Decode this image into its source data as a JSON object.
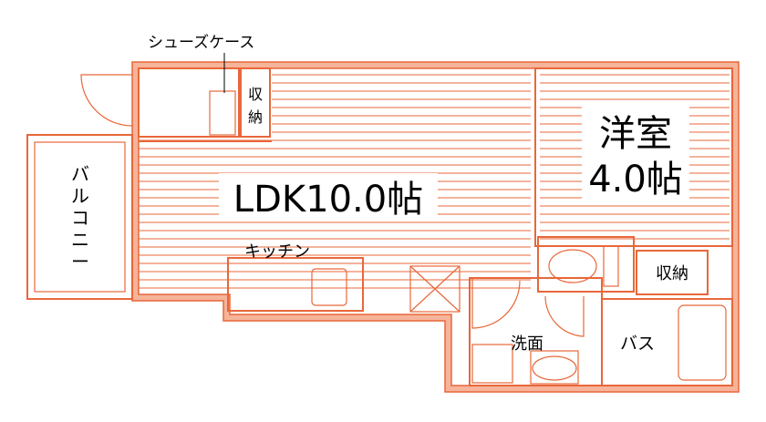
{
  "rooms": {
    "ldk": "LDK10.0帖",
    "western_line1": "洋室",
    "western_line2": "4.0帖",
    "balcony": [
      "バ",
      "ル",
      "コ",
      "ニ",
      "ー"
    ],
    "kitchen": "キッチン",
    "washroom": "洗面",
    "bath": "バス",
    "storage": "収納",
    "storage_small": [
      "収",
      "納"
    ],
    "shoe_case": "シューズケース"
  },
  "colors": {
    "wall": "#e8673a",
    "wall_fill": "#f6b49a",
    "background": "#ffffff"
  }
}
